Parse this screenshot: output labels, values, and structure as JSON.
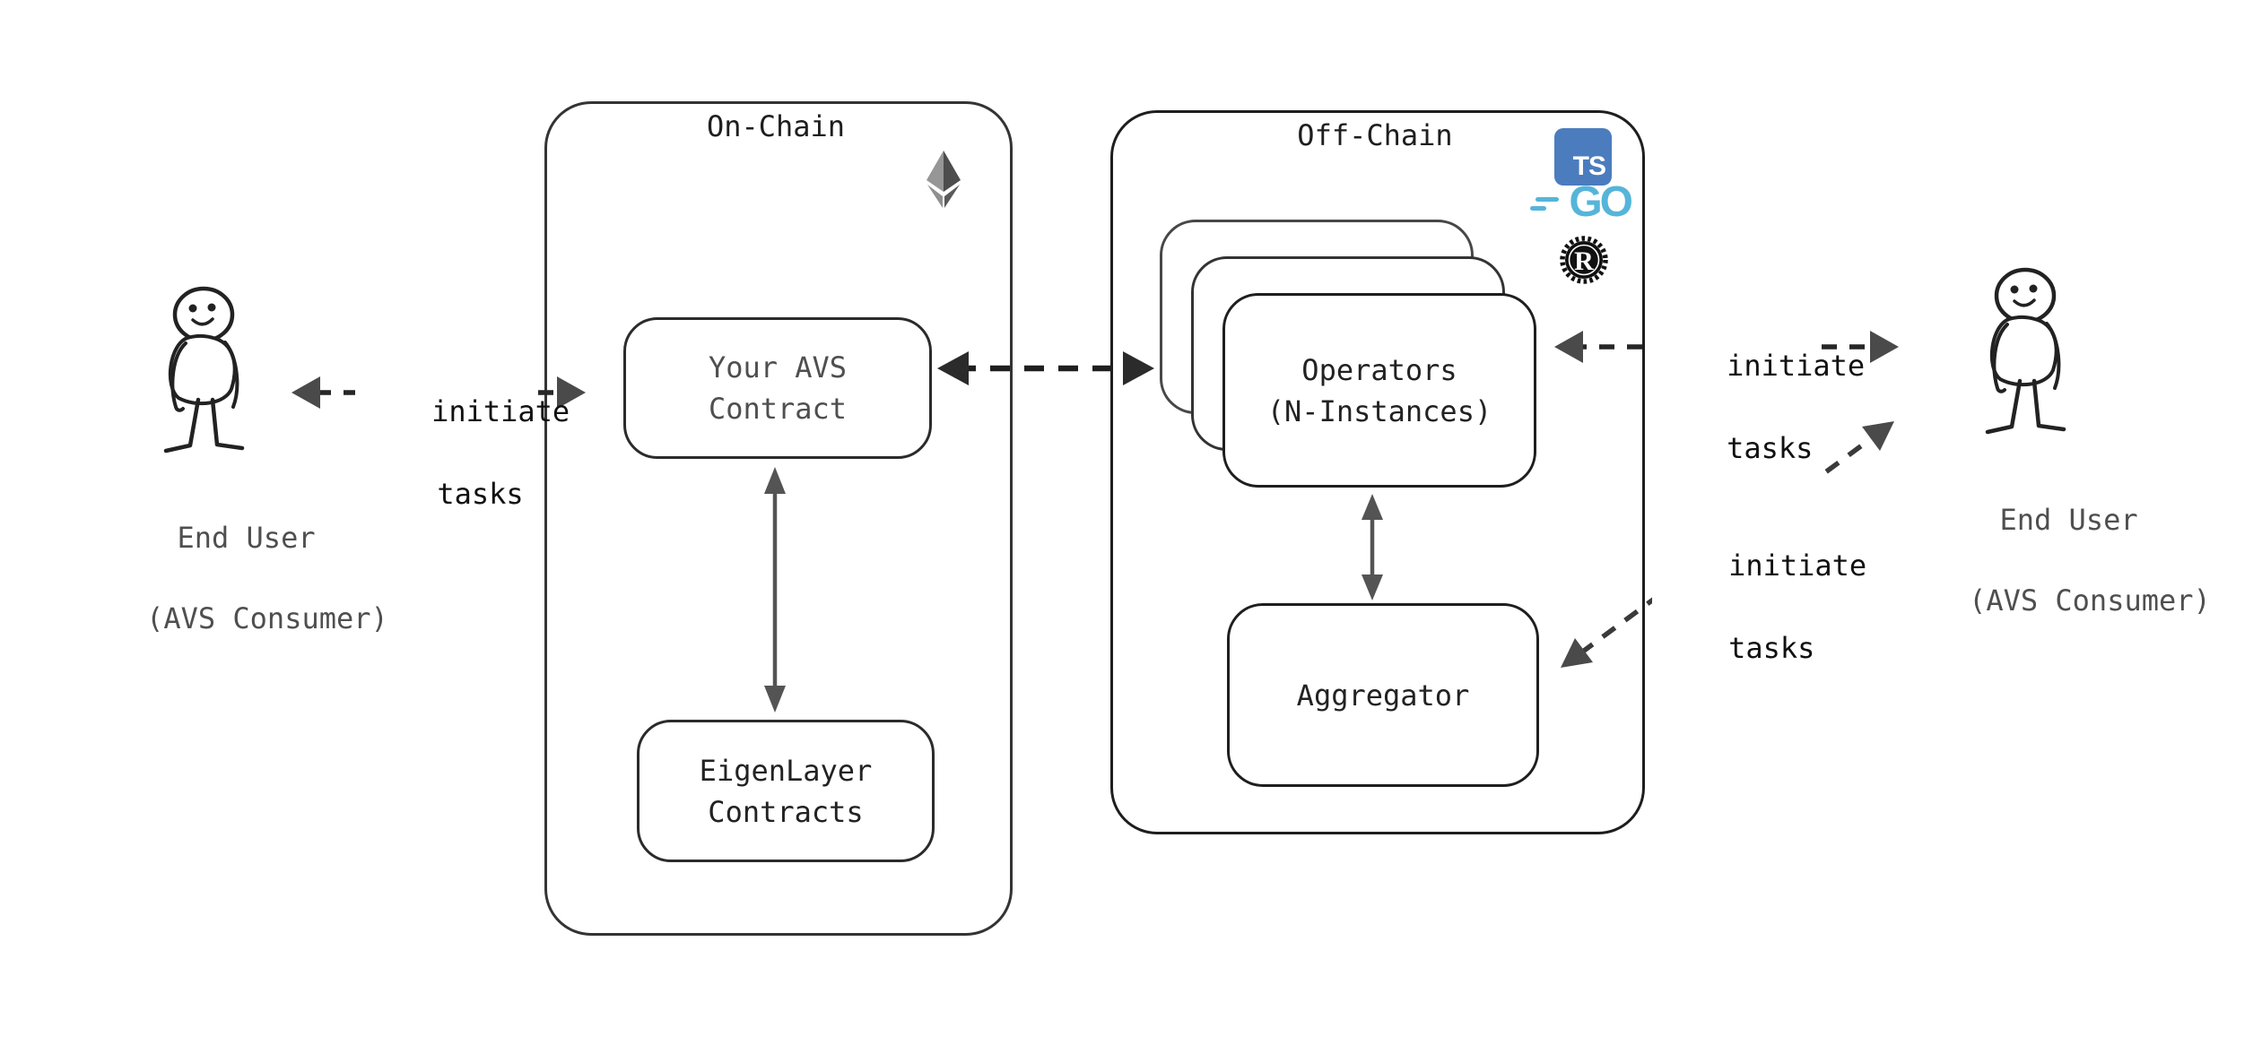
{
  "diagram": {
    "on_chain": {
      "title": "On-Chain",
      "avs_contract": {
        "line1": "Your AVS",
        "line2": "Contract"
      },
      "eigenlayer": {
        "line1": "EigenLayer",
        "line2": "Contracts"
      }
    },
    "off_chain": {
      "title": "Off-Chain",
      "operators": {
        "line1": "Operators",
        "line2": "(N-Instances)"
      },
      "aggregator": {
        "label": "Aggregator"
      }
    },
    "users": {
      "left": {
        "line1": "End User",
        "line2": "(AVS Consumer)"
      },
      "right": {
        "line1": "End User",
        "line2": "(AVS Consumer)"
      }
    },
    "arrow_labels": {
      "left": {
        "line1": "initiate",
        "line2": "tasks"
      },
      "right_top": {
        "line1": "initiate",
        "line2": "tasks"
      },
      "right_bottom": {
        "line1": "initiate",
        "line2": "tasks"
      }
    },
    "tech_icons": {
      "typescript": "TS",
      "go": "GO",
      "rust": "R"
    },
    "colors": {
      "background": "#ffffff",
      "container_stroke": "#343434",
      "box_stroke": "#2b2b2b",
      "dashed_arrow": "#262626",
      "solid_arrow_gray": "#545454",
      "text_dark": "#1e1e1e",
      "text_gray": "#4f4f4f",
      "ts_blue": "#4b7cbe",
      "go_cyan": "#55b5d9",
      "rust_black": "#111111",
      "eth_gray_light": "#969696",
      "eth_gray_dark": "#4d4d4d"
    }
  }
}
